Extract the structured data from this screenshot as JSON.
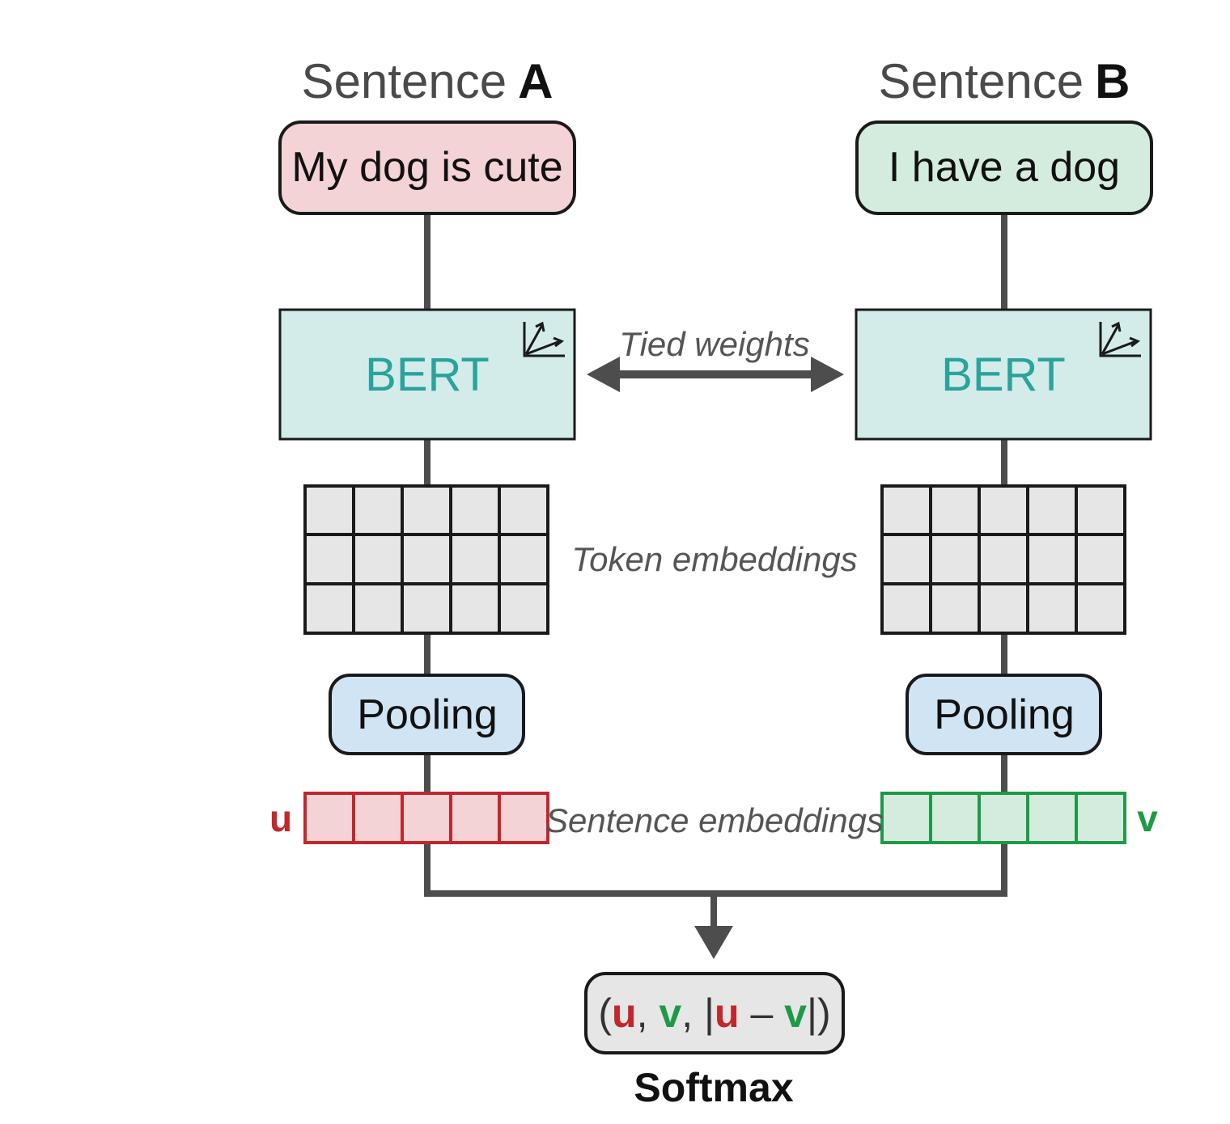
{
  "sentence_a": {
    "title_prefix": "Sentence",
    "title_letter": "A",
    "input_text": "My dog is cute",
    "model_label": "BERT",
    "pooling_label": "Pooling",
    "vector_label": "u",
    "box_color": "#f3d3d5",
    "vector_color": "#c1272d"
  },
  "sentence_b": {
    "title_prefix": "Sentence",
    "title_letter": "B",
    "input_text": "I have a dog",
    "model_label": "BERT",
    "pooling_label": "Pooling",
    "vector_label": "v",
    "box_color": "#d4ecdd",
    "vector_color": "#1e9a47"
  },
  "annotations": {
    "tied_weights": "Tied weights",
    "token_embeddings": "Token embeddings",
    "sentence_embeddings": "Sentence embeddings"
  },
  "concat": {
    "open": "(",
    "u": "u",
    "sep1": ", ",
    "v": "v",
    "sep2": ", ",
    "bar_open": "|",
    "u2": "u",
    "minus": " – ",
    "v2": "v",
    "close": "|)"
  },
  "output_label": "Softmax",
  "colors": {
    "bert_fill": "#d3ecea",
    "bert_text": "#2aa39c",
    "pooling_fill": "#d0e4f3",
    "token_cell": "#e6e6e6",
    "line": "#4d4d4d"
  },
  "icons": {
    "model_icon": "vector-axes-icon",
    "arrow": "double-arrow-icon"
  }
}
